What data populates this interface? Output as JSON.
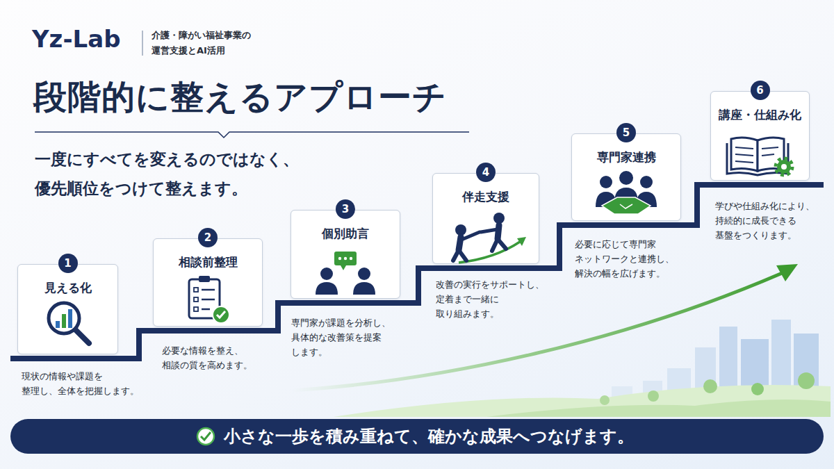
{
  "diagram": {
    "title": "段階的に整えるアプローチ",
    "nodes": [
      {
        "text": [
          "見える化",
          "現状の情報や課題を 整理し、全体を把握します。"
        ]
      },
      {
        "text": [
          "1"
        ],
        "in": 0
      },
      {
        "text": [
          "相談前整理",
          "必要な情報を整え、 相談の質を高めます。"
        ]
      },
      {
        "text": [
          "2"
        ],
        "in": 2
      },
      {
        "text": [
          "個別助言",
          "専門家が課題を分析し、 具体的な改善策を提案 します。"
        ]
      },
      {
        "text": [
          "3"
        ],
        "in": 4
      },
      {
        "text": [
          "伴走支援",
          "改善の実行をサポートし、 定着まで一緒に 取り組みます。"
        ]
      },
      {
        "text": [
          "4"
        ],
        "in": 6
      },
      {
        "text": [
          "専門家連携",
          "必要に応じて専門家 ネットワークと連携し、 解決の幅を広げます。"
        ]
      },
      {
        "text": [
          "5"
        ],
        "in": 8
      },
      {
        "text": [
          "講座・仕組み化",
          "学びや仕組み化により、 持続的に成長できる 基盤をつくります。"
        ]
      },
      {
        "text": [
          "6"
        ],
        "in": 10
      },
      {
        "text": [
          "小さな一歩を積み重ねて、確かな成果へつなげます。"
        ]
      }
    ],
    "labels": [
      "Yz-Lab",
      "介護・障がい福祉事業の 運営支援とAI活用",
      "一度にすべてを変えるのではなく、 優先順位をつけて整えます。"
    ]
  }
}
